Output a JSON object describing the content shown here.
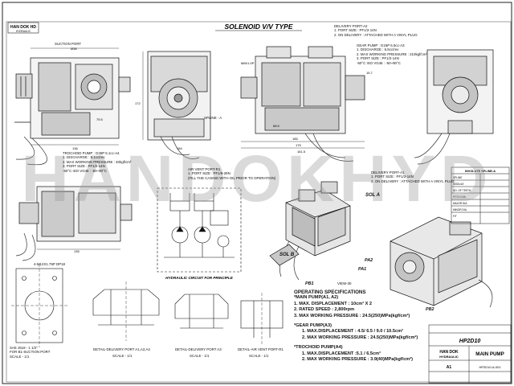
{
  "drawing": {
    "top_left_code": "HAN DOK HD",
    "top_left_sub": "HYDRAULIC",
    "main_title": "SOLENOID V/V TYPE",
    "watermark": "HANDOKHYD",
    "circuit_title": "HYDRAULIC CIRCUIT FOR PRINCIPLE"
  },
  "callouts": {
    "suction_port": "SUCTION PORT",
    "delivery_a2": [
      "DELIVERY PORT-A2",
      "1. PORT SIZE : PF1/2-14N",
      "2. ON DELIVERY : ATTACHED WITH A VINYL PLUG"
    ],
    "gear_pump": [
      "GEAR PUMP : G15P 6.5cc-A3",
      "1. DISCHARGE : 6.5cc/rev",
      "2. MAX WORKING PRESSURE : 210kgf/cm²",
      "3. PORT SIZE : PF1/2-14N",
      "-50°C ISO VG46 : -50~90°C"
    ],
    "trochoid": [
      "TROCHOID PUMP : G25P 5.1cc-A4",
      "1. DISCHARGE : 5.1cc/rev",
      "2. MAX WORKING PRESSURE : 40kgf/cm²",
      "3. PORT SIZE : PF1/2-14N",
      "-50°C ISO VG46 : -50~90°C"
    ],
    "air_vent": [
      "AIR VENT PORT-R1",
      "1. PORT SIZE : PF1/8-28N",
      "(FILL THE CASING WITH OIL PRIOR TO OPERATION)"
    ],
    "delivery_a1": [
      "DELIVERY PORT-A1",
      "1. PORT SIZE : PF1/2-14N",
      "2. ON DELIVERY : ATTACHED WITH A VINYL PLUG"
    ],
    "sola": "SOL A",
    "solb": "SOL B",
    "pa1": "PA1",
    "pa2": "PA2",
    "pb1": "PB1",
    "pb2": "PB2",
    "view": "VIEW-30",
    "spline": "SPLINE - A"
  },
  "dims": [
    "136",
    "79.5",
    "184",
    "172",
    "185",
    "68.5",
    "175",
    "161.5",
    "135",
    "15.7",
    "M8X1.0P",
    "Ø38"
  ],
  "details": {
    "sae": [
      "SAE J518 - 1 1/2\"",
      "FOR B1-SUCTION PORT"
    ],
    "delivery": "DETAIL-DELIVERY PORT A1,A2,A4",
    "a3": "DETAIL-DELIVERY PORT A3",
    "air": "DETAIL-AIR VENT PORT-R1",
    "scale": "SCALE - 1/1",
    "thread": "4-M12X1.75P DP18"
  },
  "specs": {
    "title": "OPERATING SPECIFICATIONS",
    "main": "*MAIN PUMP(A1, A2)",
    "main_items": [
      "1. MAX. DISPLACEMENT : 10cm³ X 2",
      "2. RATED SPEED : 2,800rpm",
      "3. MAX WORKING PRESSURE : 24.5(250)MPa(kgf/cm²)"
    ],
    "gear": "*GEAR PUMP(A3)",
    "gear_items": [
      "1.   MAX.DISPLACEMENT : 4.5/ 6.5 / 9.0 / 10.5cm³",
      "2.   MAX WORKING PRESSURE : 24.5(250)MPa(kgf/cm²)"
    ],
    "troch": "*TROCHOID PUMP(A4)",
    "troch_items": [
      "1.   MAX.DISPLACEMENT :5.1 / 6.5cm³",
      "2.   MAX WORKING PRESSURE : 3.9(40)MPa(kgf/cm²)"
    ]
  },
  "spline_table": {
    "title": "INVOLUTE SPLINE-A",
    "rows": [
      "SPLINE",
      "MODULE",
      "NO. OF TEETH",
      "PITCH DIA.",
      "MAJOR DIA.",
      "MINOR DIA.",
      "FIT"
    ]
  },
  "title_block": {
    "model": "HP2D10",
    "company": "HAN DOK",
    "company2": "HYDRAULIC",
    "name": "MAIN PUMP",
    "size": "A1",
    "dwg": "HP2D10-A-001"
  }
}
